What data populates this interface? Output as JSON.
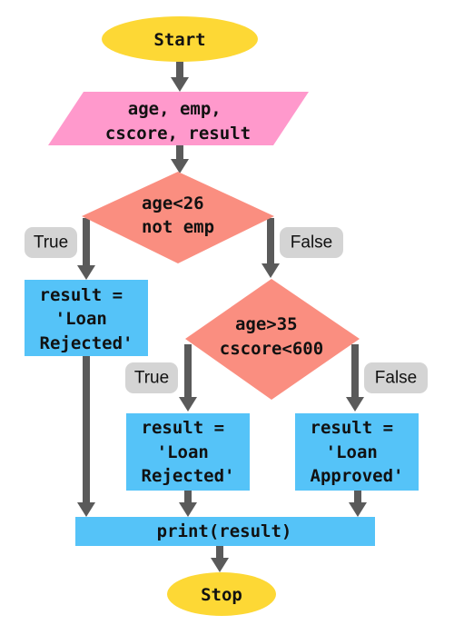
{
  "colors": {
    "terminal": "#fdd835",
    "io": "#ff99cc",
    "decision": "#fa8e80",
    "process": "#55c3f8",
    "arrow": "#5a5a5a",
    "edge_label_bg": "#d4d4d4"
  },
  "nodes": {
    "start": {
      "lines": [
        "Start"
      ]
    },
    "input": {
      "lines": [
        "age, emp,",
        "cscore, result"
      ]
    },
    "decision1": {
      "lines": [
        "age<26",
        "not emp"
      ]
    },
    "process_rejected1": {
      "lines": [
        "result =",
        "'Loan",
        "Rejected'"
      ]
    },
    "decision2": {
      "lines": [
        "age>35",
        "cscore<600"
      ]
    },
    "process_rejected2": {
      "lines": [
        "result =",
        "'Loan",
        "Rejected'"
      ]
    },
    "process_approved": {
      "lines": [
        "result =",
        "'Loan",
        "Approved'"
      ]
    },
    "print": {
      "lines": [
        "print(result)"
      ]
    },
    "stop": {
      "lines": [
        "Stop"
      ]
    }
  },
  "edge_labels": {
    "d1_true": "True",
    "d1_false": "False",
    "d2_true": "True",
    "d2_false": "False"
  }
}
